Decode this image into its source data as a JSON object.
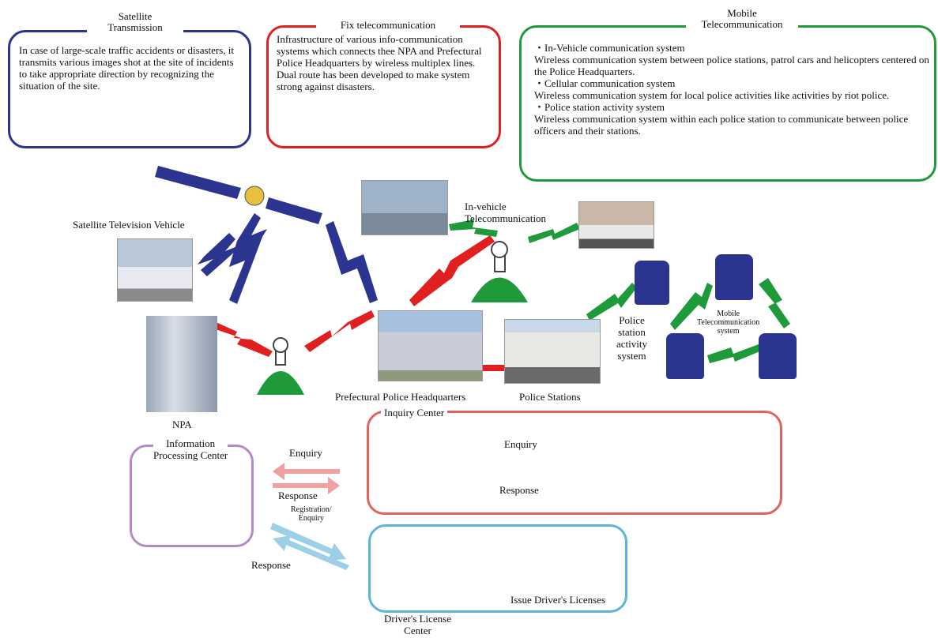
{
  "info_boxes": {
    "satellite": {
      "title": "Satellite\nTransmission",
      "body": "In case of large-scale traffic accidents or disasters, it transmits various images shot at the site of incidents to take appropriate direction by recognizing the situation of the site."
    },
    "fix": {
      "title": "Fix telecommunication",
      "body": "Infrastructure of various info-communication systems which connects thee NPA and Prefectural Police Headquarters by wireless multiplex lines. Dual route has been developed to make system strong against disasters."
    },
    "mobile": {
      "title": "Mobile\nTelecommunication",
      "items": [
        {
          "heading": "・In-Vehicle communication system",
          "text": "Wireless communication system between police stations, patrol cars and helicopters centered on the Police Headquarters."
        },
        {
          "heading": "・Cellular communication system",
          "text": "Wireless communication system for local police activities like activities by riot police."
        },
        {
          "heading": "・Police station activity system",
          "text": "Wireless communication system within each police station to communicate between police officers and their stations."
        }
      ]
    }
  },
  "labels": {
    "satellite_vehicle": "Satellite Television Vehicle",
    "in_vehicle": "In-vehicle\nTelecommunication",
    "npa": "NPA",
    "pph": "Prefectural Police Headquarters",
    "police_stations": "Police Stations",
    "station_activity": "Police\nstation\nactivity\nsystem",
    "mobile_system": "Mobile\nTelecommunication\nsystem",
    "inquiry_center": "Inquiry Center",
    "info_processing": "Information\nProcessing Center",
    "enquiry_left": "Enquiry",
    "response_left": "Response",
    "registration": "Registration/\nEnquiry",
    "response_bottom": "Response",
    "enquiry_right": "Enquiry",
    "response_right": "Response",
    "issue_licenses": "Issue Driver's Licenses",
    "drivers_center": "Driver's License\nCenter"
  },
  "colors": {
    "blue": "#2b3590",
    "red": "#e02020",
    "green": "#1f9a3a",
    "purple": "#b58ac9",
    "coral": "#e0645a",
    "lightblue": "#5bb5d8",
    "arrow_pink": "#f0a0a0",
    "arrow_blue": "#9cd0e6"
  }
}
